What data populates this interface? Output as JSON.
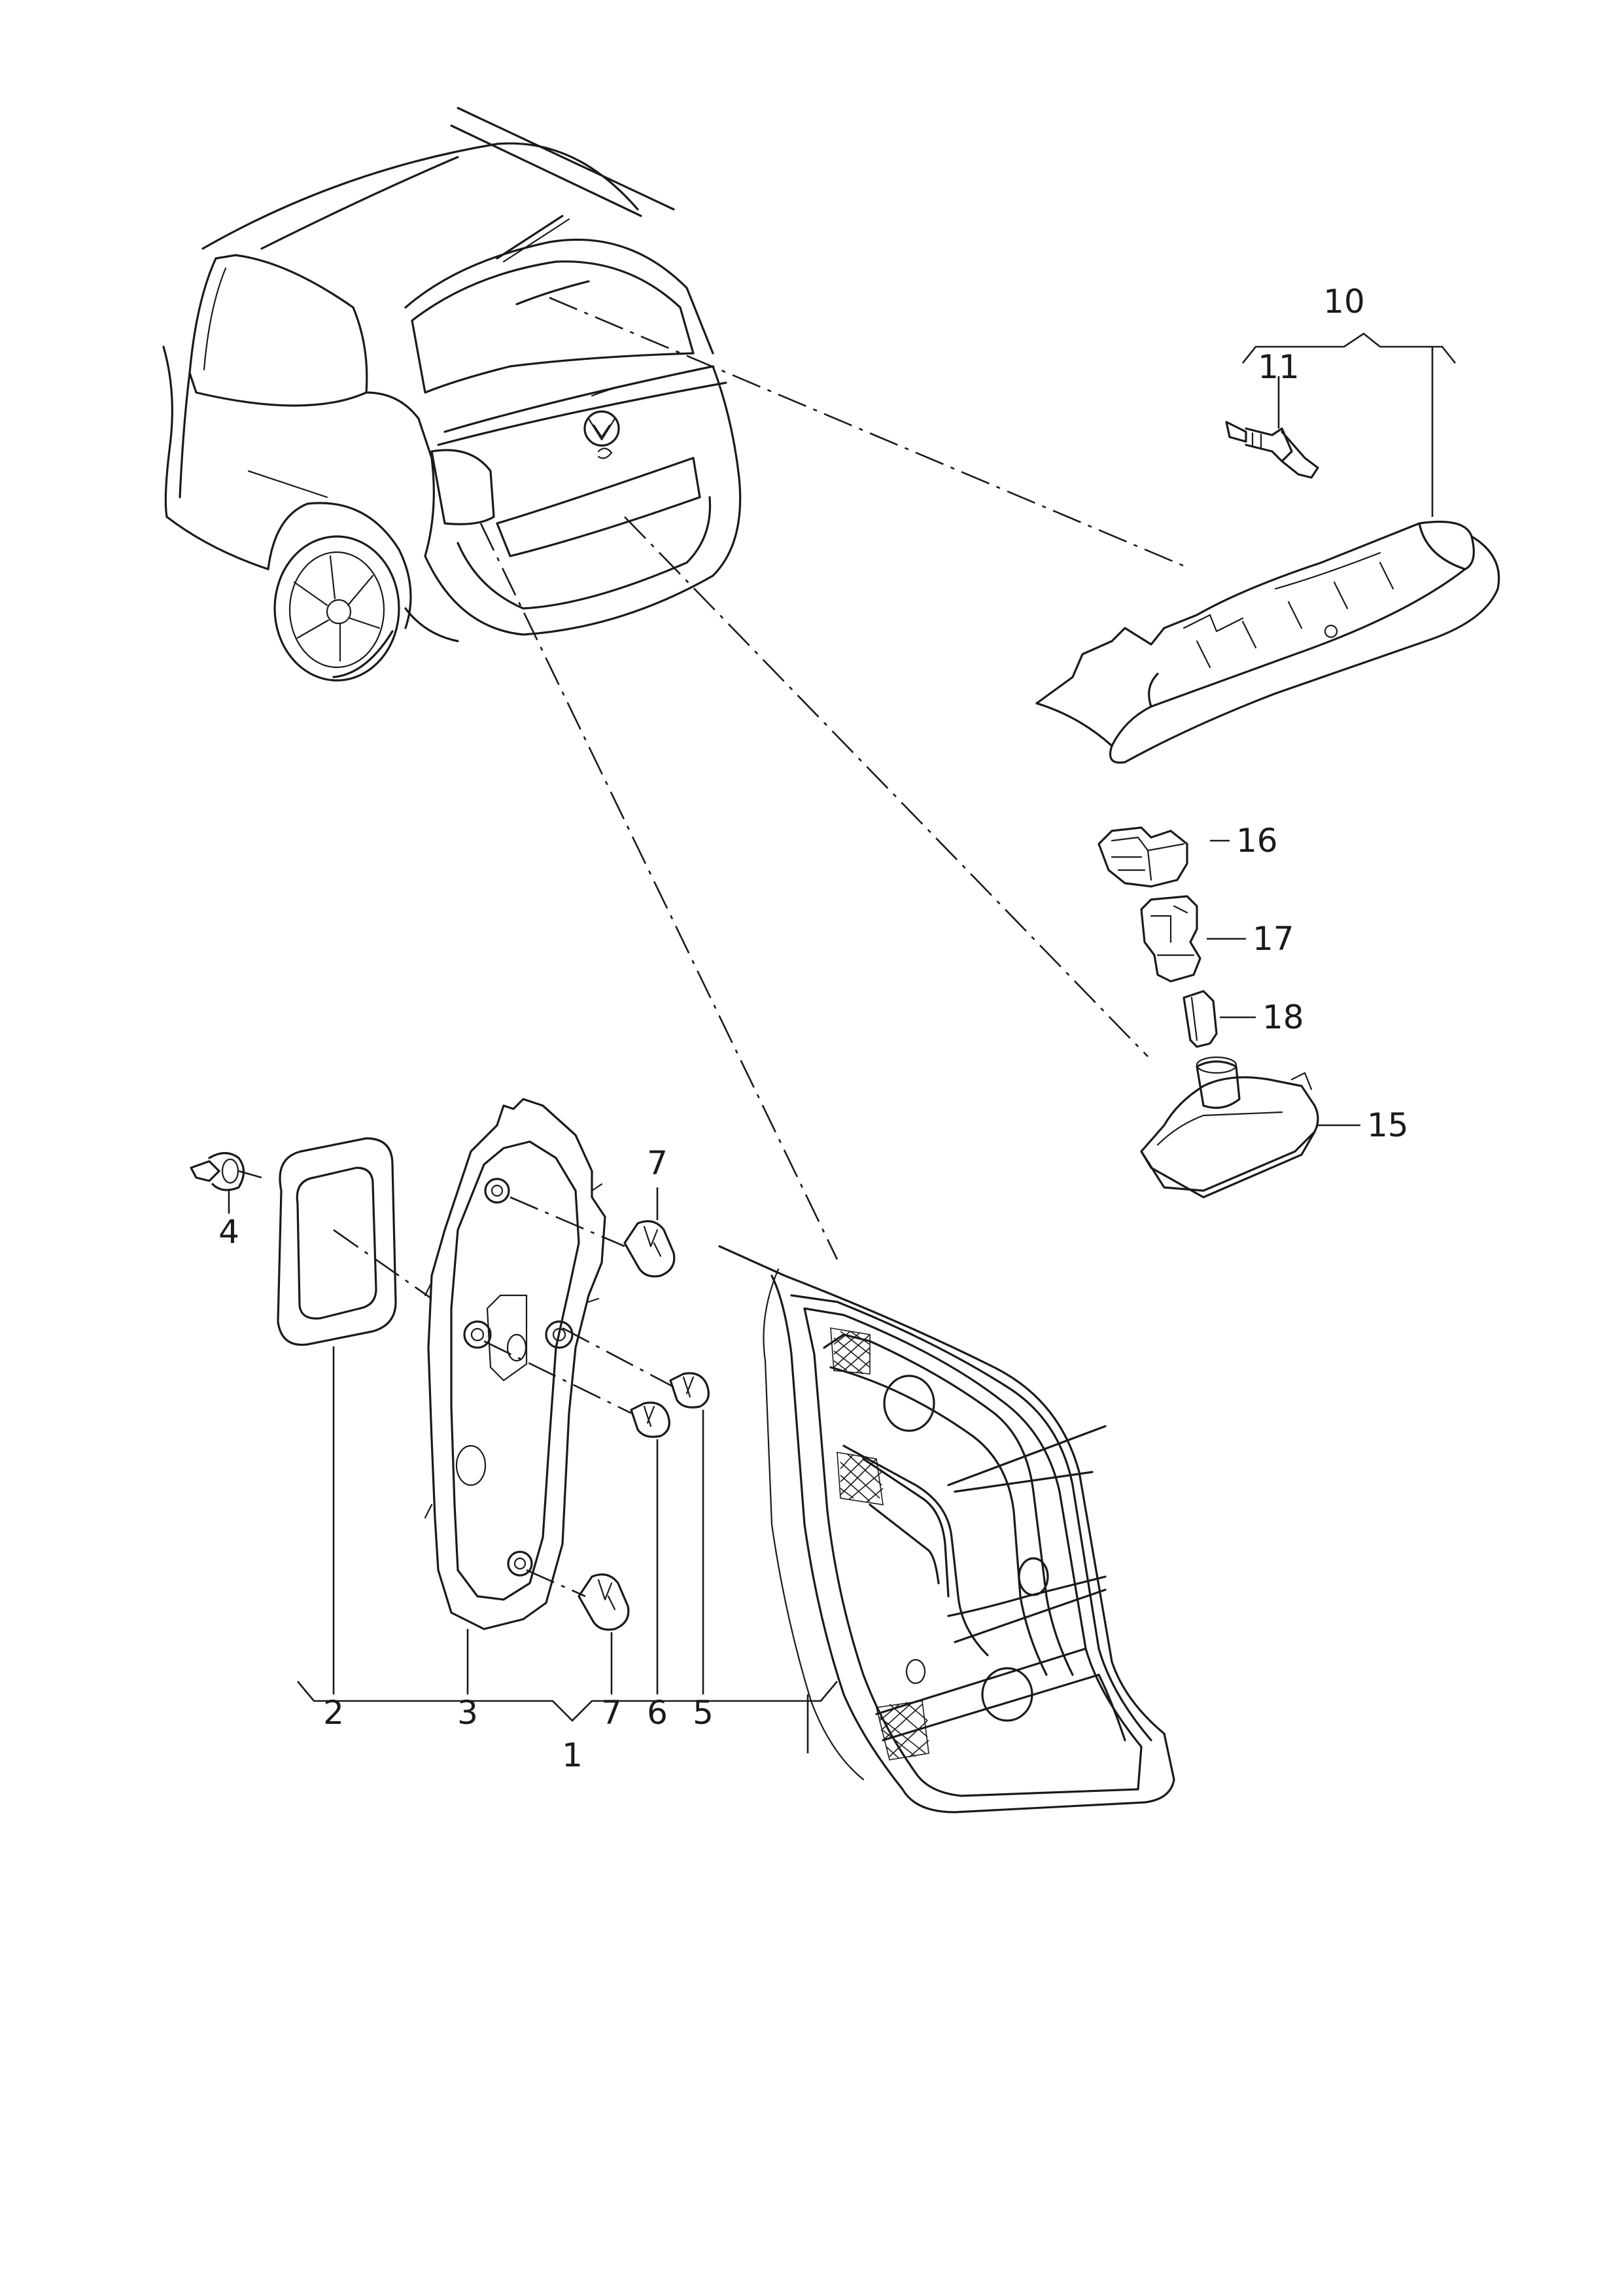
{
  "callouts": {
    "c1": "1",
    "c2": "2",
    "c3": "3",
    "c4": "4",
    "c5": "5",
    "c6": "6",
    "c7a": "7",
    "c7b": "7",
    "c10": "10",
    "c11": "11",
    "c15": "15",
    "c16": "16",
    "c17": "17",
    "c18": "18"
  },
  "colors": {
    "line": "#1a1a1a",
    "background": "#ffffff"
  }
}
